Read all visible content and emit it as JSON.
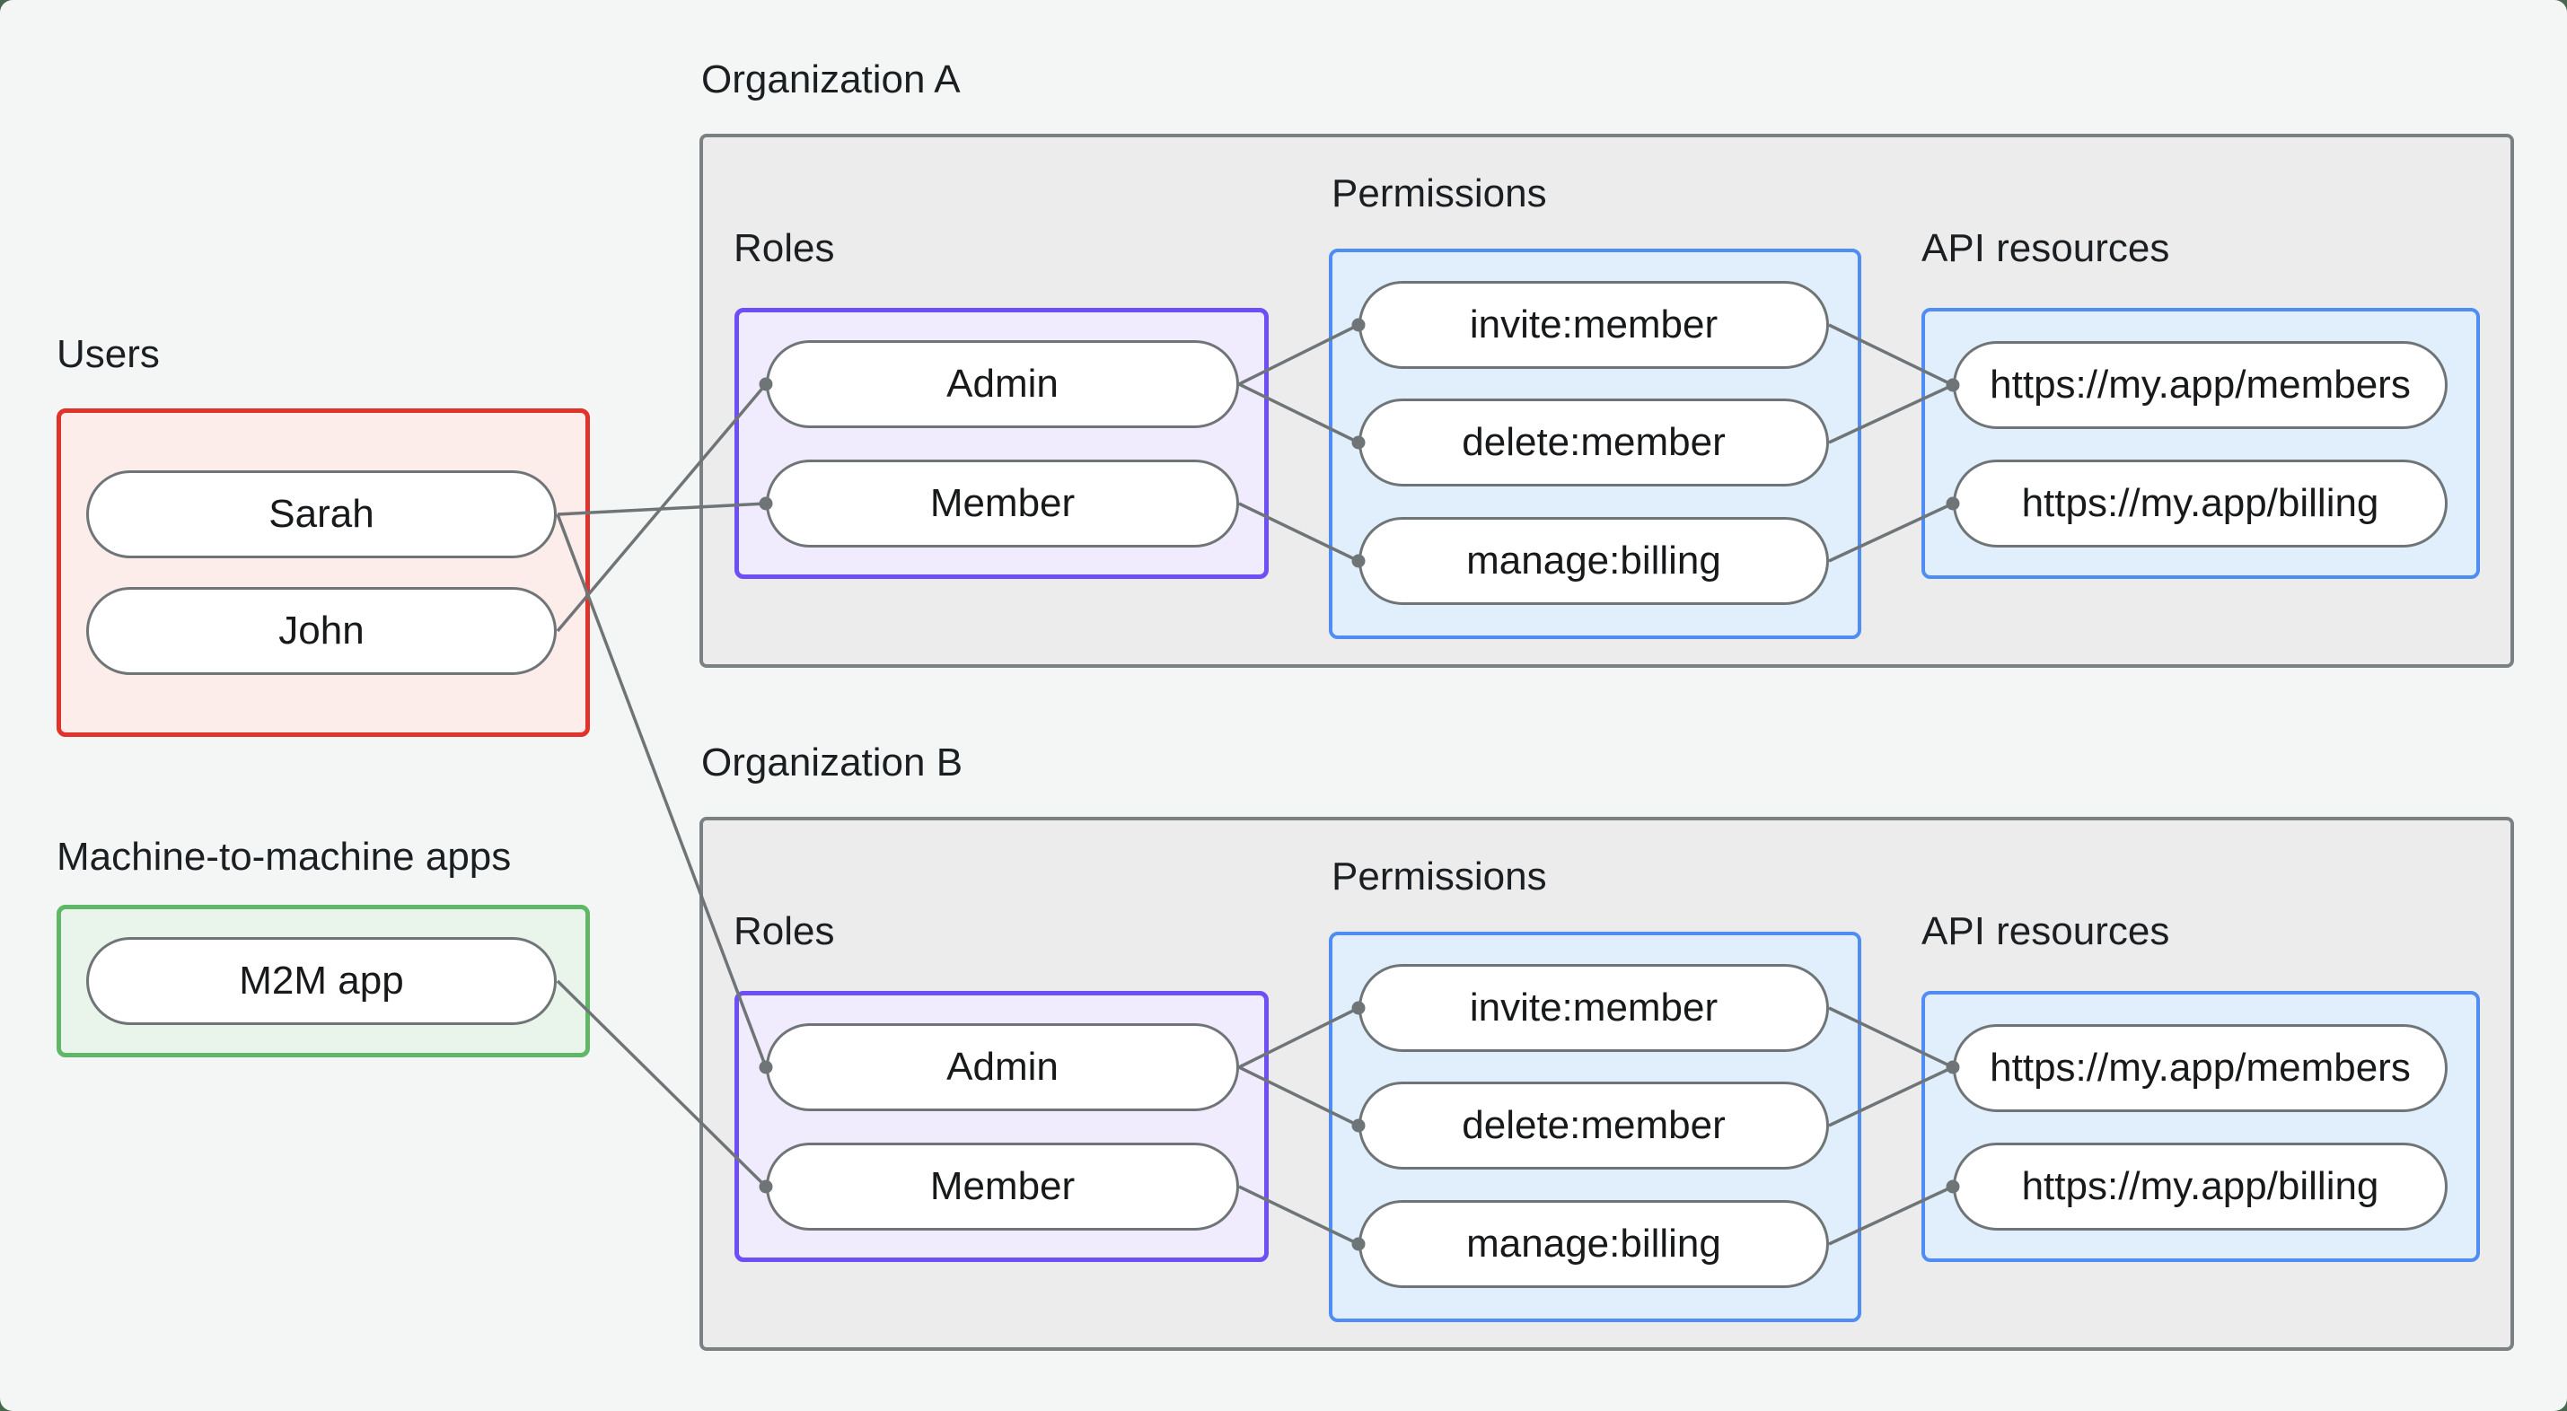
{
  "colors": {
    "page_background": "#f4f6f5",
    "outer_corner_background": "#47684e",
    "org_container_fill": "#ececed",
    "org_container_border": "#7b8183",
    "users_group_border": "#df332c",
    "users_group_fill": "#fcecea",
    "m2m_group_border": "#60b768",
    "m2m_group_fill": "#e9f5ea",
    "roles_group_border": "#6e4ef6",
    "roles_group_fill": "#f1ecfd",
    "permissions_group_border": "#4f8df5",
    "permissions_group_fill": "#e1effc",
    "api_group_border": "#4f8df5",
    "api_group_fill": "#e1effc",
    "node_fill": "#ffffff",
    "node_border": "#6f7577",
    "edge_color": "#6f7577",
    "text_color": "#1a1d1f"
  },
  "users": {
    "title": "Users",
    "items": [
      "Sarah",
      "John"
    ]
  },
  "m2m": {
    "title": "Machine-to-machine apps",
    "items": [
      "M2M app"
    ]
  },
  "orgs": [
    {
      "title": "Organization A",
      "roles_label": "Roles",
      "permissions_label": "Permissions",
      "api_label": "API resources",
      "roles": [
        "Admin",
        "Member"
      ],
      "permissions": [
        "invite:member",
        "delete:member",
        "manage:billing"
      ],
      "api_resources": [
        "https://my.app/members",
        "https://my.app/billing"
      ]
    },
    {
      "title": "Organization B",
      "roles_label": "Roles",
      "permissions_label": "Permissions",
      "api_label": "API resources",
      "roles": [
        "Admin",
        "Member"
      ],
      "permissions": [
        "invite:member",
        "delete:member",
        "manage:billing"
      ],
      "api_resources": [
        "https://my.app/members",
        "https://my.app/billing"
      ]
    }
  ],
  "connections": [
    {
      "from": "Sarah",
      "to": "Organization A / Member"
    },
    {
      "from": "John",
      "to": "Organization A / Admin"
    },
    {
      "from": "Sarah",
      "to": "Organization B / Admin"
    },
    {
      "from": "M2M app",
      "to": "Organization B / Member"
    },
    {
      "from": "Organization A / Admin",
      "to": "Organization A / invite:member"
    },
    {
      "from": "Organization A / Admin",
      "to": "Organization A / delete:member"
    },
    {
      "from": "Organization A / Member",
      "to": "Organization A / manage:billing"
    },
    {
      "from": "Organization A / invite:member",
      "to": "Organization A / https://my.app/members"
    },
    {
      "from": "Organization A / delete:member",
      "to": "Organization A / https://my.app/members"
    },
    {
      "from": "Organization A / manage:billing",
      "to": "Organization A / https://my.app/billing"
    },
    {
      "from": "Organization B / Admin",
      "to": "Organization B / invite:member"
    },
    {
      "from": "Organization B / Admin",
      "to": "Organization B / delete:member"
    },
    {
      "from": "Organization B / Member",
      "to": "Organization B / manage:billing"
    },
    {
      "from": "Organization B / invite:member",
      "to": "Organization B / https://my.app/members"
    },
    {
      "from": "Organization B / delete:member",
      "to": "Organization B / https://my.app/members"
    },
    {
      "from": "Organization B / manage:billing",
      "to": "Organization B / https://my.app/billing"
    }
  ]
}
